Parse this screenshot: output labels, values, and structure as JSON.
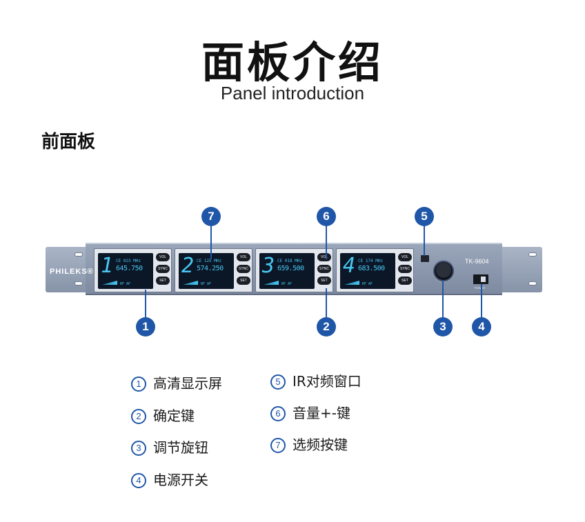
{
  "header": {
    "title": "面板介绍",
    "subtitle": "Panel introduction",
    "section": "前面板"
  },
  "device": {
    "brand": "PHILEKS®",
    "model": "TK-9604",
    "power_label": "POWER",
    "channels": [
      {
        "ch": "1",
        "freq": "645.750",
        "small": "CE 023 MHz"
      },
      {
        "ch": "2",
        "freq": "574.250",
        "small": "CE 125 MHz"
      },
      {
        "ch": "3",
        "freq": "659.500",
        "small": "CE 018 MHz"
      },
      {
        "ch": "4",
        "freq": "683.500",
        "small": "CE 174 MHz"
      }
    ],
    "buttons": [
      "VOL",
      "SYNC",
      "SET"
    ],
    "lcd_unit": "Ch",
    "lcd_rf": "RF AF"
  },
  "markers": [
    "1",
    "2",
    "3",
    "4",
    "5",
    "6",
    "7"
  ],
  "legend": [
    {
      "num": "1",
      "label": "高清显示屏"
    },
    {
      "num": "2",
      "label": "确定键"
    },
    {
      "num": "3",
      "label": "调节旋钮"
    },
    {
      "num": "4",
      "label": "电源开关"
    },
    {
      "num": "5",
      "label": "IR对频窗口"
    },
    {
      "num": "6",
      "label": "音量+-键"
    },
    {
      "num": "7",
      "label": "选频按键"
    }
  ],
  "colors": {
    "accent": "#1f56a8",
    "lcd_text": "#48c8f2"
  }
}
